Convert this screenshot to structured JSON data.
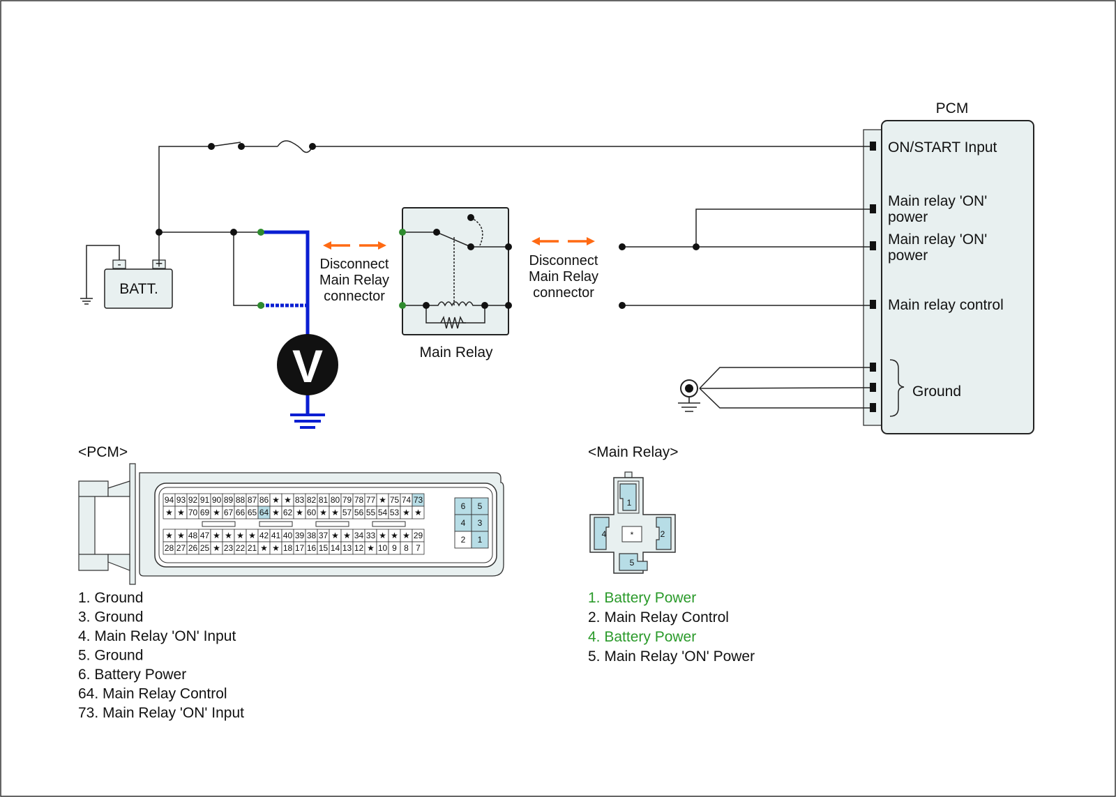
{
  "diagram": {
    "pcm_title": "PCM",
    "pcm_terminals": [
      "ON/START Input",
      [
        "Main relay 'ON'",
        "power"
      ],
      [
        "Main relay 'ON'",
        "power"
      ],
      "Main relay control",
      "Ground"
    ],
    "battery_label": "BATT.",
    "battery_neg": "-",
    "battery_pos": "+",
    "voltmeter_label": "V",
    "relay_label": "Main Relay",
    "disconnect_label": [
      "Disconnect",
      "Main Relay",
      "connector"
    ],
    "colors": {
      "measurement_wire": "#0a1ed2",
      "probe_point": "#2e8b2e",
      "arrow": "#ff6a13",
      "highlight_pin": "#b7dde6",
      "module_fill": "#e8f0f0",
      "green_text": "#2a9a2a"
    }
  },
  "pcm_connector": {
    "title": "<PCM>",
    "top_row_1": [
      "94",
      "93",
      "92",
      "91",
      "90",
      "89",
      "88",
      "87",
      "86",
      "★",
      "★",
      "83",
      "82",
      "81",
      "80",
      "79",
      "78",
      "77",
      "★",
      "75",
      "74",
      "73"
    ],
    "top_row_2": [
      "★",
      "★",
      "70",
      "69",
      "★",
      "67",
      "66",
      "65",
      "64",
      "★",
      "62",
      "★",
      "60",
      "★",
      "★",
      "57",
      "56",
      "55",
      "54",
      "53",
      "★",
      "★"
    ],
    "bottom_row_1": [
      "★",
      "★",
      "48",
      "47",
      "★",
      "★",
      "★",
      "★",
      "42",
      "41",
      "40",
      "39",
      "38",
      "37",
      "★",
      "★",
      "34",
      "33",
      "★",
      "★",
      "★",
      "29"
    ],
    "bottom_row_2": [
      "28",
      "27",
      "26",
      "25",
      "★",
      "23",
      "22",
      "21",
      "★",
      "★",
      "18",
      "17",
      "16",
      "15",
      "14",
      "13",
      "12",
      "★",
      "10",
      "9",
      "8",
      "7"
    ],
    "side_grid": [
      "6",
      "5",
      "4",
      "3",
      "2",
      "1"
    ],
    "pin_list": [
      "1. Ground",
      "3. Ground",
      "4. Main Relay 'ON' Input",
      "5. Ground",
      "6. Battery Power",
      "64. Main Relay Control",
      "73. Main Relay 'ON' Input"
    ]
  },
  "relay_connector": {
    "title": "<Main Relay>",
    "pins": [
      "1",
      "2",
      "4",
      "5",
      "*"
    ],
    "pin_list": [
      {
        "text": "1. Battery Power",
        "color": "#2a9a2a"
      },
      {
        "text": "2. Main Relay Control",
        "color": "#111111"
      },
      {
        "text": "4. Battery Power",
        "color": "#2a9a2a"
      },
      {
        "text": "5. Main Relay 'ON' Power",
        "color": "#111111"
      }
    ]
  }
}
